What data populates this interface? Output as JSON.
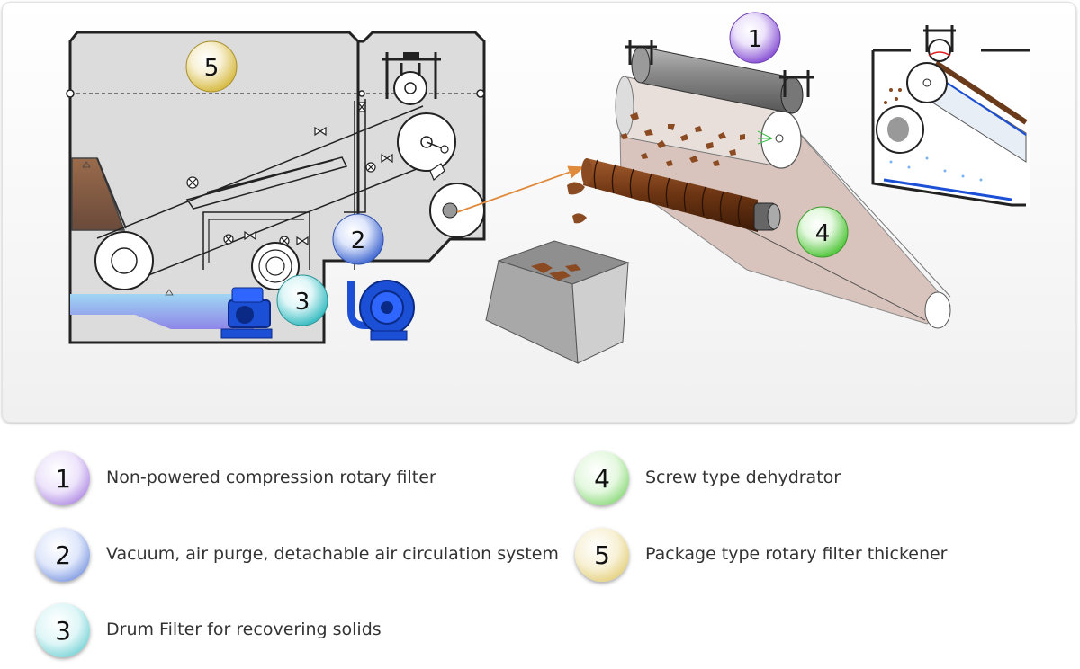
{
  "components": [
    {
      "number": "1",
      "label": "Non-powered compression rotary filter",
      "color": "#8e5ad6"
    },
    {
      "number": "2",
      "label": "Vacuum, air purge, detachable air circulation system",
      "color": "#4a6fd3"
    },
    {
      "number": "3",
      "label": "Drum Filter for recovering solids",
      "color": "#3fbfc4"
    },
    {
      "number": "4",
      "label": "Screw type dehydrator",
      "color": "#59c843"
    },
    {
      "number": "5",
      "label": "Package type rotary filter thickener",
      "color": "#d8bd4a"
    }
  ]
}
